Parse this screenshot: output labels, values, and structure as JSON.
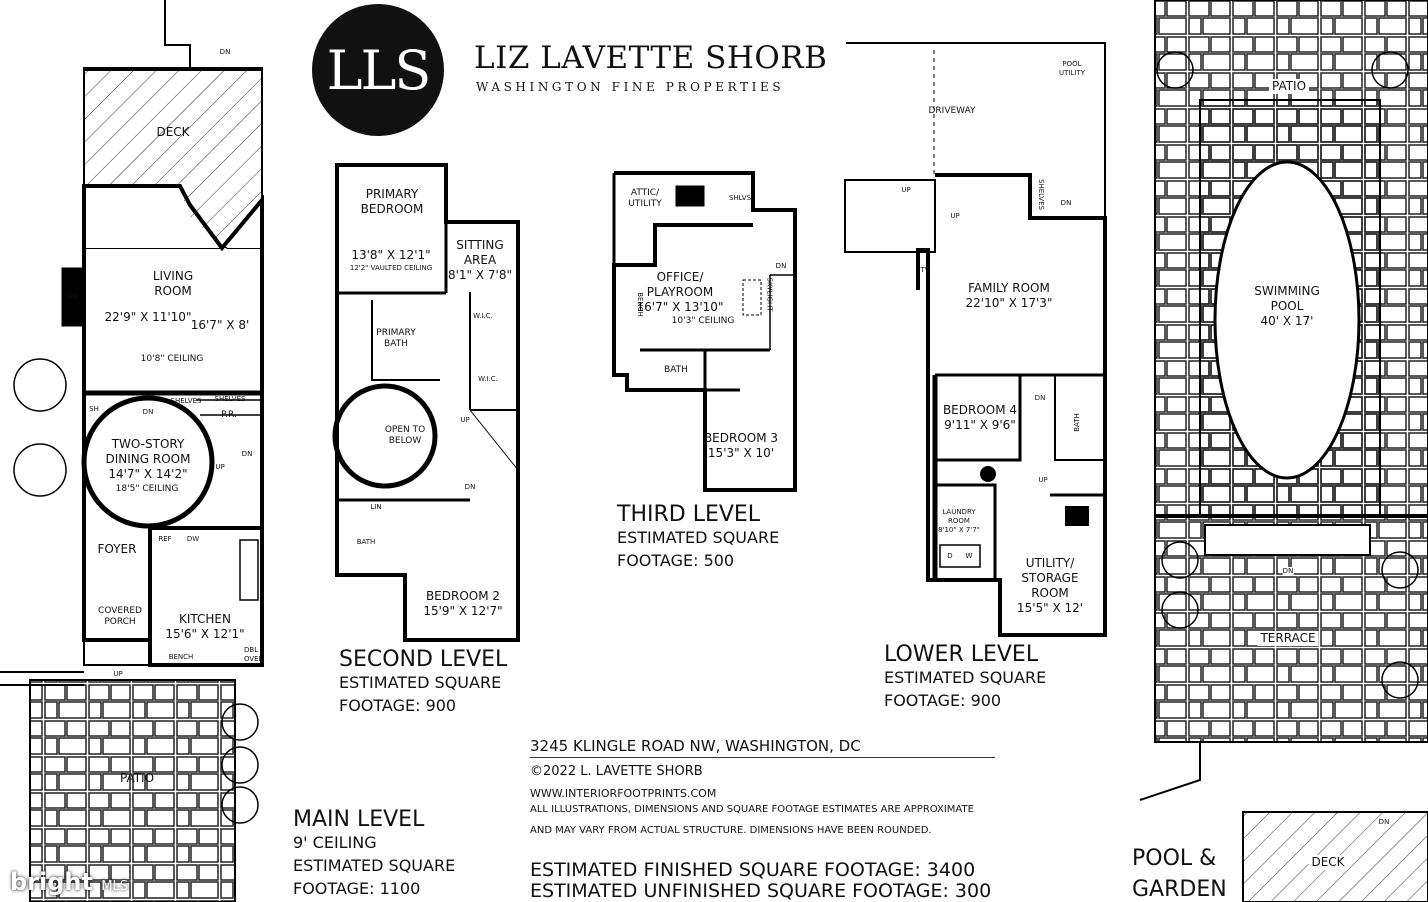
{
  "branding": {
    "logo_monogram": "LLS",
    "name": "LIZ LAVETTE SHORB",
    "tagline": "WASHINGTON FINE PROPERTIES",
    "watermark": "bright",
    "watermark_suffix": "MLS"
  },
  "main_level": {
    "title": "MAIN LEVEL",
    "ceiling": "9' CEILING",
    "sqft_line1": "ESTIMATED SQUARE",
    "sqft_line2": "FOOTAGE: 1100",
    "rooms": {
      "deck": "DECK",
      "living_name1": "LIVING",
      "living_name2": "ROOM",
      "living_dim": "22'9\" X 11'10\"",
      "living_dim2": "16'7\" X 8'",
      "living_ceiling": "10'8\" CEILING",
      "fp": "FP",
      "sh": "SH",
      "dn": "DN",
      "shelves1": "SHELVES",
      "shelves2": "SHELVES",
      "pr": "P.R.",
      "dining_name1": "TWO-STORY",
      "dining_name2": "DINING ROOM",
      "dining_dim": "14'7\" X 14'2\"",
      "dining_ceiling": "18'5\" CEILING",
      "up": "UP",
      "dn2": "DN",
      "foyer": "FOYER",
      "ref": "REF",
      "dw": "DW",
      "covered_porch1": "COVERED",
      "covered_porch2": "PORCH",
      "kitchen": "KITCHEN",
      "kitchen_dim": "15'6\" X 12'1\"",
      "bench": "BENCH",
      "dbl_oven": "DBL OVEN",
      "up2": "UP",
      "patio": "PATIO",
      "dn_top": "DN"
    }
  },
  "second_level": {
    "title": "SECOND LEVEL",
    "sqft_line1": "ESTIMATED SQUARE",
    "sqft_line2": "FOOTAGE: 900",
    "rooms": {
      "primary_bed1": "PRIMARY",
      "primary_bed2": "BEDROOM",
      "primary_bed_dim": "13'8\" X 12'1\"",
      "primary_bed_ceiling": "12'2\" VAULTED CEILING",
      "sitting1": "SITTING",
      "sitting2": "AREA",
      "sitting_dim": "8'1\" X 7'8\"",
      "primary_bath1": "PRIMARY",
      "primary_bath2": "BATH",
      "wic1": "W.I.C.",
      "wic2": "W.I.C.",
      "open1": "OPEN TO",
      "open2": "BELOW",
      "up": "UP",
      "dn": "DN",
      "lin": "LIN",
      "bath": "BATH",
      "bed2": "BEDROOM 2",
      "bed2_dim": "15'9\" X 12'7\""
    }
  },
  "third_level": {
    "title": "THIRD LEVEL",
    "sqft_line1": "ESTIMATED SQUARE",
    "sqft_line2": "FOOTAGE: 500",
    "rooms": {
      "attic1": "ATTIC/",
      "attic2": "UTILITY",
      "shlvs": "SHLVS",
      "office1": "OFFICE/",
      "office2": "PLAYROOM",
      "office_dim": "16'7\" X 13'10\"",
      "office_ceiling": "10'3\" CEILING",
      "bench": "BENCH",
      "skylight": "SKYLIGHT",
      "dn": "DN",
      "bath": "BATH",
      "bed3": "BEDROOM 3",
      "bed3_dim": "15'3\" X 10'"
    }
  },
  "lower_level": {
    "title": "LOWER LEVEL",
    "sqft_line1": "ESTIMATED SQUARE",
    "sqft_line2": "FOOTAGE: 900",
    "rooms": {
      "driveway": "DRIVEWAY",
      "pool_utility1": "POOL",
      "pool_utility2": "UTILITY",
      "up1": "UP",
      "up2": "UP",
      "shelves": "SHELVES",
      "dn": "DN",
      "tv": "TV",
      "family": "FAMILY ROOM",
      "family_dim": "22'10\" X 17'3\"",
      "bed4": "BEDROOM 4",
      "bed4_dim": "9'11\" X 9'6\"",
      "dn2": "DN",
      "bath": "BATH",
      "up3": "UP",
      "laundry1": "LAUNDRY",
      "laundry2": "ROOM",
      "laundry_dim": "8'10\" X 7'7\"",
      "d": "D",
      "w": "W",
      "utility1": "UTILITY/",
      "utility2": "STORAGE",
      "utility3": "ROOM",
      "utility_dim": "15'5\" X 12'"
    }
  },
  "pool_garden": {
    "title1": "POOL &",
    "title2": "GARDEN",
    "patio": "PATIO",
    "pool1": "SWIMMING",
    "pool2": "POOL",
    "pool_dim": "40' X 17'",
    "dn1": "DN",
    "terrace": "TERRACE",
    "dn2": "DN",
    "deck": "DECK"
  },
  "footer": {
    "address": "3245 KLINGLE ROAD NW, WASHINGTON, DC",
    "copyright": "©2022 L. LAVETTE SHORB",
    "website": "WWW.INTERIORFOOTPRINTS.COM",
    "disclaimer1": "ALL ILLUSTRATIONS, DIMENSIONS AND SQUARE FOOTAGE ESTIMATES ARE APPROXIMATE",
    "disclaimer2": "AND MAY VARY FROM ACTUAL STRUCTURE. DIMENSIONS HAVE BEEN ROUNDED.",
    "finished": "ESTIMATED FINISHED SQUARE FOOTAGE: 3400",
    "unfinished": "ESTIMATED UNFINISHED SQUARE FOOTAGE: 300"
  }
}
